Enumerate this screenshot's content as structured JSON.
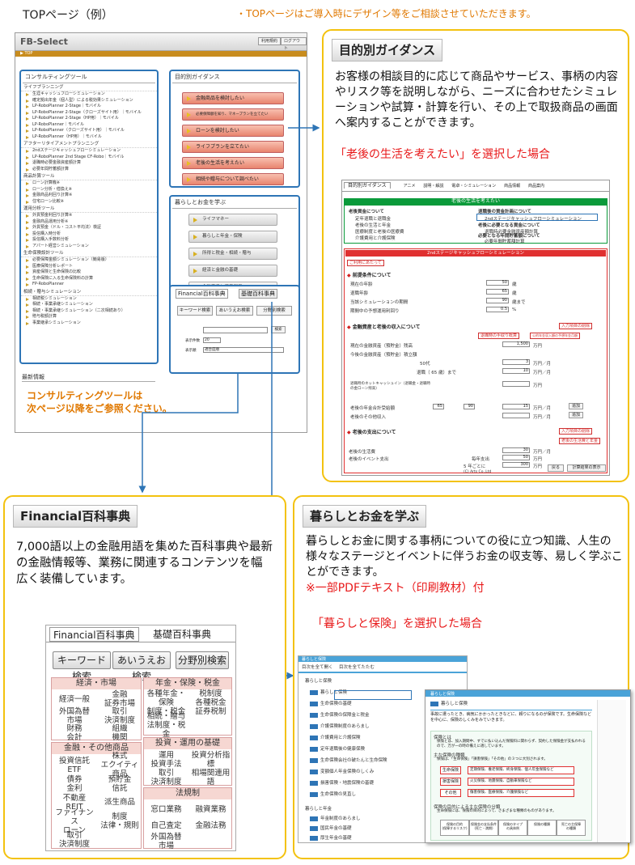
{
  "header": {
    "left_title": "TOPページ（例）",
    "right_note": "・TOPページはご導入時にデザイン等をご相談させていただきます。"
  },
  "main_screen": {
    "app_title": "FB-Select",
    "top_buttons": [
      "利用規約",
      "ログアウト"
    ],
    "crumb": "TOP",
    "consulting": {
      "title": "コンサルティングツール",
      "sections": [
        {
          "name": "ライフプランニング",
          "items": [
            "生涯キャッシュフローシミュレーション",
            "確定拠出年金（個人型）による税効果シミュレーション",
            "LP-RoboPlanner 2-Stage｜モバイル",
            "LP-RoboPlanner 2-Stage（クローズサイト用）｜モバイル",
            "LP-RoboPlanner 2-Stage（HP用）｜モバイル",
            "LP-RoboPlanner｜モバイル",
            "LP-RoboPlanner（クローズサイト用）｜モバイル",
            "LP-RoboPlanner（HP用）｜モバイル"
          ]
        },
        {
          "name": "アフターリタイアメントプランニング",
          "items": [
            "2ndステージキャッシュフローシミュレーション",
            "LP-RoboPlanner 2nd Stage CF-Robo｜モバイル",
            "退職時必要金融資産額計算",
            "必要年間貯蓄額計算"
          ]
        },
        {
          "name": "商品計算ツール",
          "items": [
            "ローン計算機※",
            "ローン分析・借換え※",
            "金融商品利回り計算※",
            "住宅ローン比較※"
          ]
        },
        {
          "name": "運用分析ツール",
          "items": [
            "外貨預金利回り計算※",
            "金融商品運用分析※",
            "外貨預金（ドル・コスト平均法）検証",
            "投信購入時分析",
            "投信購入手数料分析",
            "アパート経営シミュレーション"
          ]
        },
        {
          "name": "生命保険設計ツール",
          "items": [
            "必要保障金額シミュレーション（簡易版）",
            "医療保障分析レポート",
            "資産保険と生命保険の比較",
            "生命保険に入る生命保険料の計算",
            "FP-RoboPlanner"
          ]
        },
        {
          "name": "相続・贈与シミュレーション",
          "items": [
            "相続税シミュレーション",
            "相続・事業承継シミュレーション",
            "相続・事業承継シミュレーション（二次相続あり）",
            "贈与税額計算",
            "事業継承シミュレーション"
          ]
        }
      ],
      "news_title": "最新情報"
    },
    "guidance": {
      "title": "目的別ガイダンス",
      "buttons": [
        "金融商品を検討したい",
        "必要保障額を知り、マネープランを立てたい",
        "ローンを検討したい",
        "ライフプランを立てたい",
        "老後の生活を考えたい",
        "相続や贈与について調べたい"
      ]
    },
    "kurashi": {
      "title": "暮らしとお金を学ぶ",
      "buttons": [
        "ライフマネー",
        "暮らしと年金・保険",
        "所得と税金・相続・贈与",
        "経済と金融の基礎",
        "金融商品と資産運用"
      ]
    },
    "financial": {
      "tabs": [
        "Financial百科事典",
        "基礎百科事典"
      ],
      "buttons": [
        "キーワード検索",
        "あいうえお検索",
        "分野別検索"
      ],
      "search_button": "検索",
      "per_page_label": "表示件数",
      "per_page_value": "20",
      "order_label": "表示順",
      "order_value": "適合度順"
    },
    "note": "コンサルティングツールは\n次ページ以降をご参照ください。"
  },
  "guidance_frame": {
    "title": "目的別ガイダンス",
    "desc": "お客様の相談目的に応じて商品やサービス、事柄の内容やリスク等を説明しながら、ニーズに合わせたシミュレーションや試算・計算を行い、その上で取扱商品の画面へ案内することができます。",
    "selection": "「老後の生活を考えたい」を選択した場合",
    "screen": {
      "tab_title": "目的別ガイダンス",
      "tab_links": [
        "アニメ",
        "説明・解説",
        "電卓・シミュレーション",
        "商品情報",
        "商品案内"
      ],
      "green_header": "老後の生活を考えたい",
      "left_head": "老後資金について",
      "left_items": [
        "定年退職と退職金",
        "老後の生活と年金",
        "医療制度と老後の医療費",
        "介護費用と介護保険"
      ],
      "right_head": "退職後の資金計画について",
      "right_item": "2ndステージキャッシュフローシミュレーション",
      "right_head2": "老後に必要となる資金について",
      "right_item2": "退職時必要金融資産額計算",
      "right_head3": "必要となる年間貯蓄額について",
      "right_item3": "必要年間貯蓄額計算",
      "sim_title": "2ndステージキャッシュフローシミュレーション",
      "sim_sub": "ご利用にあたって",
      "sec1": "前提条件について",
      "sec1_rows": [
        {
          "label": "現在の年齢",
          "value": "50",
          "unit": "歳"
        },
        {
          "label": "退職年齢",
          "value": "65",
          "unit": "歳"
        },
        {
          "label": "当該シミュレーションの期間",
          "value": "90",
          "unit": "歳まで"
        },
        {
          "label": "期間中の予想運用利回り",
          "value": "0.5",
          "unit": "%"
        }
      ],
      "sec2": "金融資産と老後の収入について",
      "sec2_rows": [
        {
          "label": "現在の金融資産（預貯金）残高",
          "value": "1,500",
          "unit": "万円"
        },
        {
          "label": "今後の金融資産（預貯金）積立額",
          "value": "",
          "unit": ""
        },
        {
          "label": "50代",
          "value": "3",
          "unit": "万円／月"
        },
        {
          "label": "退職（ 65 歳）まで",
          "value": "10",
          "unit": "万円／月"
        },
        {
          "label": "退職時のネットキャッシュイン（退職金・退職時の金ローン残高）",
          "value": "",
          "unit": "万円"
        },
        {
          "label": "老後の年金合計受給額",
          "value": "15",
          "unit": "万円／月"
        },
        {
          "label": "老後のその他収入",
          "value": "",
          "unit": "万円／月"
        }
      ],
      "sec2_buttons": [
        "入力項目の削除",
        "退職時の手取り概算",
        "公的年金収入額の予想年金月額"
      ],
      "from_age": "65",
      "to_age": "90",
      "add_label": "追加",
      "sec3": "老後の支出について",
      "sec3_rows": [
        {
          "label": "老後の生活費",
          "value": "30",
          "unit": "万円／月"
        },
        {
          "label": "老後のイベント支出",
          "value": "50",
          "unit": "万円"
        },
        {
          "label": "",
          "value": "300",
          "unit": "万円"
        }
      ],
      "sec3_buttons": [
        "入力項目の削除",
        "老後の生活費と年金"
      ],
      "yearly_label": "毎年支出",
      "age_unit": "5 年ごとに",
      "back": "戻る",
      "result": "計算結果の表示",
      "copyright": "(C) Arts Co.,Ltd"
    }
  },
  "financial_frame": {
    "title": "Financial百科事典",
    "desc": "7,000語以上の金融用語を集めた百科事典や最新の金融情報等、業務に関連するコンテンツを幅広く装備しています。",
    "tabs": [
      "Financial百科事典",
      "基礎百科事典"
    ],
    "buttons": [
      "キーワード検索",
      "あいうえお検索",
      "分野別検索"
    ],
    "categories": [
      {
        "name": "経済・市場",
        "cells": [
          "経済一般",
          "金融\n証券市場",
          "外国為替\n市場",
          "取引\n決済制度",
          "財務\n会計",
          "組織\n機関"
        ]
      },
      {
        "name": "年金・保険・税金",
        "cells": [
          "各種年金・保険\n制度・税金",
          "税制度\n各種税金\n証券税制",
          "相続・贈与\n法制度・税金"
        ]
      },
      {
        "name": "金融・その他商品",
        "cells": [
          "投資信託\nETF",
          "株式\nエクイティ商品",
          "債券\n金利",
          "預貯金\n信託",
          "不動産\nREIT",
          "派生商品",
          "ファイナンス\nローン",
          "制度\n法律・規則",
          "取引\n決済制度"
        ]
      },
      {
        "name": "投資・運用の基礎",
        "cells": [
          "運用\n投資手法",
          "投資分析指標",
          "取引\n決済制度",
          "相場関連用語"
        ]
      },
      {
        "name": "法規制",
        "cells": [
          "窓口業務",
          "融資業務",
          "自己査定",
          "金融法務",
          "外国為替\n市場"
        ]
      }
    ]
  },
  "kurashi_frame": {
    "title": "暮らしとお金を学ぶ",
    "desc": "暮らしとお金に関する事柄についての役に立つ知識、人生の様々なステージとイベントに伴うお金の収支等、易しく学ぶことができます。",
    "pdf_note": "※一部PDFテキスト（印刷教材）付",
    "selection": "「暮らしと保険」を選択した場合",
    "list_header": "暮らしと保険",
    "list_links": [
      "目次を全て開く",
      "目次を全てたたむ"
    ],
    "group1": "暮らしと保険",
    "items1": [
      "暮らしと保険",
      "生命保険の基礎",
      "生命保険の保障金と税金",
      "介護保険制度のあらまし",
      "介護費用と介護保険",
      "定年退職後の健康保険",
      "生命保険会社の破たんと生命保険",
      "変額個人年金保険のしくみ",
      "損害保険・地震保険の基礎",
      "生命保険の見直し"
    ],
    "group2": "暮らしと年金",
    "items2": [
      "年金制度のあらまし",
      "国民年金の基礎",
      "厚生年金の基礎"
    ],
    "window": {
      "title": "暮らしと保険",
      "tag": "暮らしと保険",
      "intro": "事故に遭ったとき、病気にかかったときなどに、頼りになるのが保険です。生命保険などを中心に、保険のしくみをみていきます。",
      "h1": "保険とは",
      "p1": "保険とは、加入期間中、すでに払い込んだ保険料に関わらず、契約した保険金が支払われるので、万が一の時の備えに適しています。",
      "h2": "主な保険の種類",
      "p2": "保険は、「生命保険」「損害保険」「その他」の３つに大別されます。",
      "kinds": [
        {
          "label": "生命保険",
          "desc": "定期保険、養老保険、終身保険、個人年金保険など"
        },
        {
          "label": "損害保険",
          "desc": "火災保険、地震保険、自動車保険など"
        },
        {
          "label": "その他",
          "desc": "傷害保険、医療保険、介護保険など"
        }
      ],
      "h3": "保険の目的による主な保険の分類",
      "p3": "生命保険には、保険の目的によって、さまざまな種類のものがあります。",
      "table_heads": [
        "保険の目的\n(保障するリスク)",
        "保険金の支払条件\n(死亡・満期)",
        "保険のタイプ\nの具体例",
        "保険の種類",
        "死亡の主保障\nの種類"
      ]
    }
  },
  "colors": {
    "frame": "#f3c20f",
    "panel_border": "#2e75b6",
    "accent_red": "#e8191a",
    "note_orange": "#e07800",
    "guidance_green": "#0a9a3a"
  }
}
